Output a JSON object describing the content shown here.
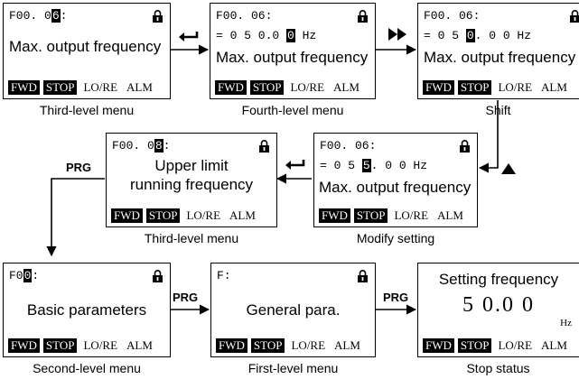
{
  "screens": {
    "third_level": {
      "code_prefix": "F00. 0",
      "code_hl": "6",
      "code_suffix": ":",
      "title": "Max. output frequency",
      "caption": "Third-level menu"
    },
    "fourth_level": {
      "code": "F00. 06:",
      "value_prefix": "= 0 5 0.0 ",
      "value_hl": "0",
      "value_unit": " Hz",
      "title": "Max. output frequency",
      "caption": "Fourth-level menu"
    },
    "shift": {
      "code": "F00. 06:",
      "value_prefix": "= 0 5 ",
      "value_hl": "0",
      "value_suffix": ". 0 0 Hz",
      "title": "Max. output frequency",
      "caption": "Shift"
    },
    "modify": {
      "code": "F00. 06:",
      "value_prefix": "= 0 5 ",
      "value_hl": "5",
      "value_suffix": ". 0 0 Hz",
      "title": "Max. output frequency",
      "caption": "Modify setting"
    },
    "third_level_2": {
      "code_prefix": "F00. 0",
      "code_hl": "8",
      "code_suffix": ":",
      "title_line1": "Upper limit",
      "title_line2": "running frequency",
      "caption": "Third-level menu"
    },
    "second_level": {
      "code_prefix": "F0",
      "code_hl": "0",
      "code_suffix": ":",
      "title": "Basic parameters",
      "caption": "Second-level menu"
    },
    "first_level": {
      "code": "F:",
      "title": "General para.",
      "caption": "First-level menu"
    },
    "stop_status": {
      "title": "Setting frequency",
      "value": "5 0.0 0",
      "unit": "Hz",
      "caption": "Stop status"
    }
  },
  "status_bar": {
    "fwd": "FWD",
    "stop": "STOP",
    "lore": "LO/RE",
    "alm": "ALM"
  },
  "prg_label": "PRG"
}
